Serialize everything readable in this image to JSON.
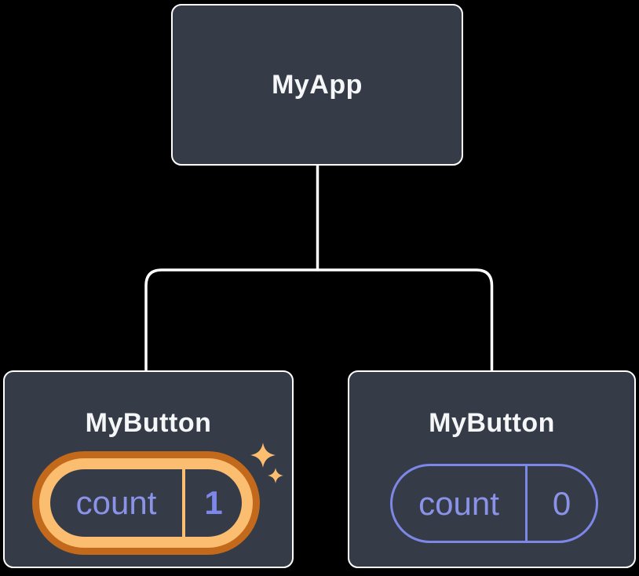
{
  "diagram": {
    "root": {
      "label": "MyApp"
    },
    "children": [
      {
        "label": "MyButton",
        "state": {
          "key": "count",
          "value": "1"
        },
        "highlighted": true,
        "icon": "sparkles-icon"
      },
      {
        "label": "MyButton",
        "state": {
          "key": "count",
          "value": "0"
        },
        "highlighted": false
      }
    ]
  },
  "colors": {
    "background": "#000000",
    "node_fill": "#363b48",
    "node_border": "#ffffff",
    "connector": "#ffffff",
    "state_text": "#8a93e8",
    "state_border": "#7d87e8",
    "highlight_outer": "#c3691c",
    "highlight_inner": "#fbbd70",
    "title_text": "#f5f6f7"
  }
}
